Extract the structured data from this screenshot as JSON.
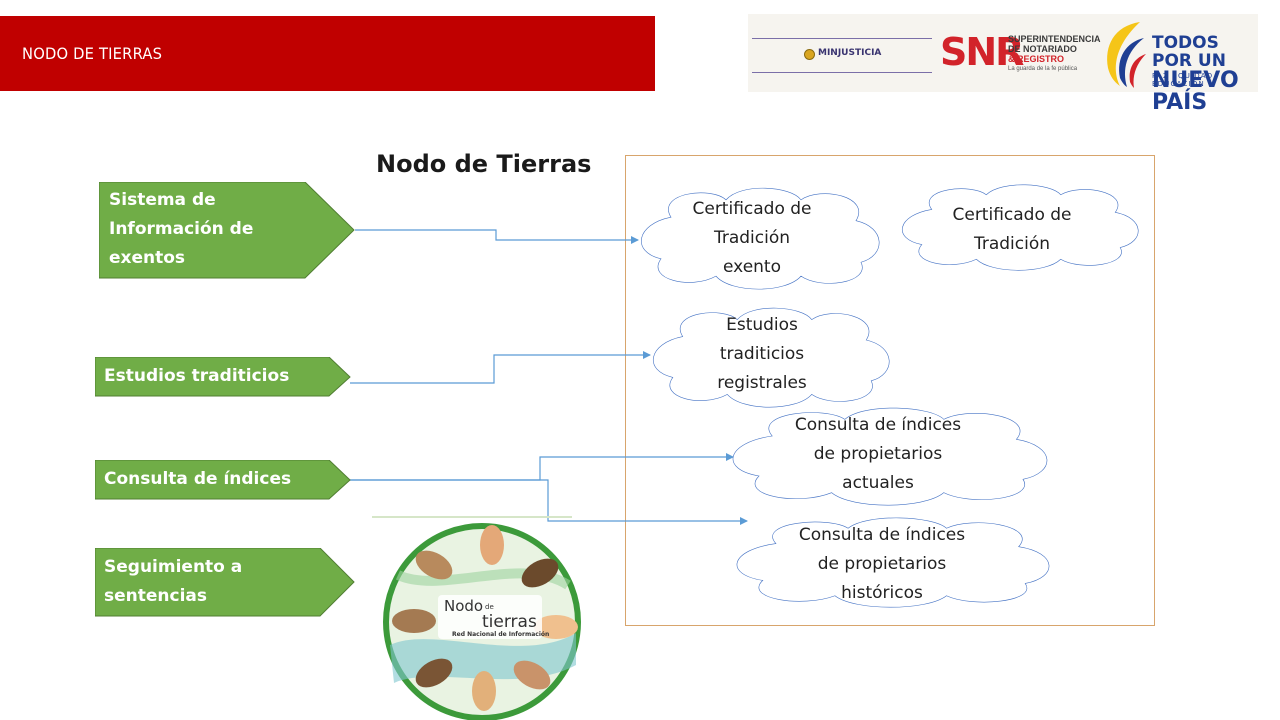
{
  "header": {
    "title": "NODO DE TIERRAS"
  },
  "logos": {
    "minjusticia": "MINJUSTICIA",
    "snr": {
      "acronym": "SNR",
      "line1": "SUPERINTENDENCIA",
      "line2": "DE NOTARIADO",
      "line3": "& REGISTRO",
      "tagline": "La guarda de la fe pública"
    },
    "todos": {
      "line1": "TODOS POR UN",
      "line2": "NUEVO PAÍS",
      "sub": "PAZ  EQUIDAD  EDUCACIÓN"
    }
  },
  "diagram": {
    "title": "Nodo de Tierras",
    "inputs": [
      {
        "id": "sistema",
        "lines": [
          "Sistema de",
          "Información de",
          "exentos"
        ]
      },
      {
        "id": "estudios",
        "lines": [
          "Estudios traditicios"
        ]
      },
      {
        "id": "consulta",
        "lines": [
          "Consulta de índices"
        ]
      },
      {
        "id": "seguimiento",
        "lines": [
          "Seguimiento a",
          "sentencias"
        ]
      }
    ],
    "outputs": [
      {
        "id": "cert-exento",
        "lines": [
          "Certificado de",
          "Tradición",
          "exento"
        ]
      },
      {
        "id": "cert",
        "lines": [
          "Certificado de",
          "Tradición"
        ]
      },
      {
        "id": "estudios-reg",
        "lines": [
          "Estudios",
          "traditicios",
          "registrales"
        ]
      },
      {
        "id": "consulta-actuales",
        "lines": [
          "Consulta de índices",
          "de propietarios",
          "actuales"
        ]
      },
      {
        "id": "consulta-historicos",
        "lines": [
          "Consulta de índices",
          "de propietarios",
          "históricos"
        ]
      }
    ],
    "connections": [
      {
        "from": "sistema",
        "to": "cert-exento"
      },
      {
        "from": "estudios",
        "to": "estudios-reg"
      },
      {
        "from": "consulta",
        "to": "consulta-actuales"
      },
      {
        "from": "consulta",
        "to": "consulta-historicos"
      }
    ]
  },
  "logo_nodo": {
    "line1": "Nodo",
    "line2": "de",
    "line3": "tierras",
    "sub": "Red Nacional de Información"
  },
  "colors": {
    "header_red": "#c00000",
    "arrow_green": "#70ad47",
    "connector_blue": "#5b9bd5",
    "cloud_stroke": "#4472c4",
    "frame": "#d8a56c"
  }
}
